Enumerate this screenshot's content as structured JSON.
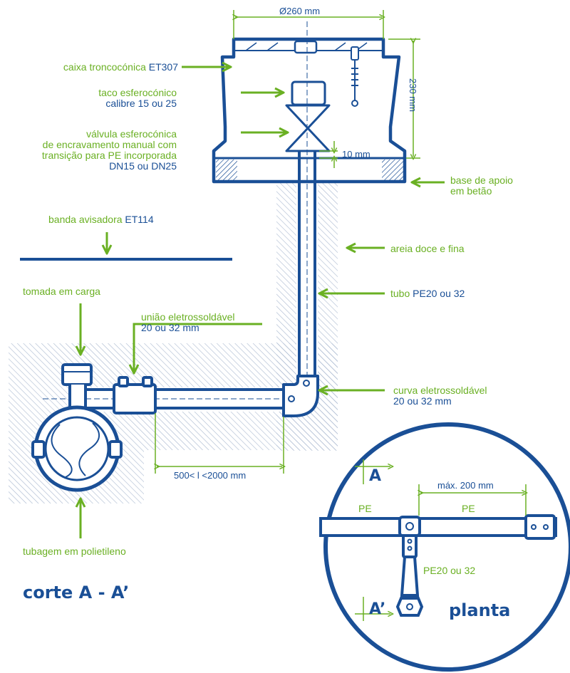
{
  "labels": {
    "caixa": {
      "text": "caixa troncocónica",
      "code": "ET307"
    },
    "taco": {
      "line1": "taco esferocónico",
      "line2": "calibre 15 ou 25"
    },
    "valvula": {
      "line1": "válvula esferocónica",
      "line2": "de encravamento manual com",
      "line3": "transição para PE incorporada",
      "line4": "DN15 ou DN25"
    },
    "banda": {
      "text": "banda avisadora",
      "code": "ET114"
    },
    "base": {
      "line1": "base de apoio",
      "line2": "em betão"
    },
    "areia": "areia doce e fina",
    "tubo": {
      "text": "tubo",
      "code": "PE20 ou 32"
    },
    "curva": {
      "line1": "curva eletrossoldável",
      "line2": "20 ou 32 mm"
    },
    "tomada": "tomada em carga",
    "uniao": {
      "line1": "união eletrossoldável",
      "line2": "20 ou 32 mm"
    },
    "tubagem": "tubagem em polietileno"
  },
  "dimensions": {
    "diameter": "Ø260 mm",
    "height": "230 mm",
    "gap": "10 mm",
    "length": "500< l <2000 mm"
  },
  "plan": {
    "max_dist": "máx. 200 mm",
    "pe_left": "PE",
    "pe_right": "PE",
    "pipe": "PE20 ou 32",
    "mark_a": "A",
    "mark_a_prime": "A’",
    "title": "planta"
  },
  "section_title": "corte A - A’",
  "colors": {
    "blue": "#1a4f96",
    "green": "#6ab023",
    "sand_hatch": "#a9b8cf"
  },
  "icons": [
    "conical-box",
    "ball-valve",
    "elbow-fitting",
    "electrofusion-union",
    "tapping-saddle"
  ]
}
